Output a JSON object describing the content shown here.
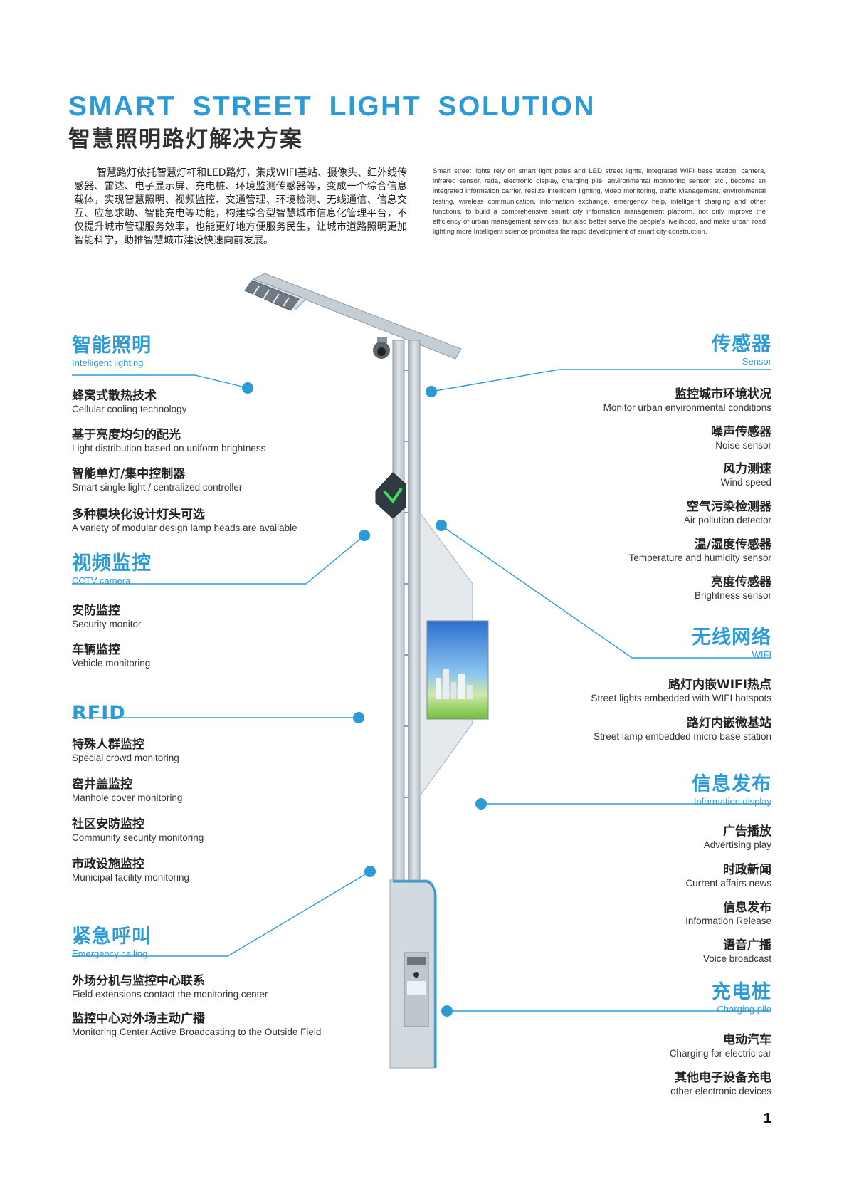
{
  "header": {
    "title_en": "SMART STREET LIGHT SOLUTION",
    "title_cn": "智慧照明路灯解决方案",
    "intro_cn": "智慧路灯依托智慧灯杆和LED路灯，集成WIFI基站、摄像头、红外线传感器、雷达、电子显示屏、充电桩、环境监测传感器等，变成一个综合信息载体，实现智慧照明、视频监控、交通管理、环境检测、无线通信、信息交互、应急求助、智能充电等功能，构建综合型智慧城市信息化管理平台，不仅提升城市管理服务效率，也能更好地方便服务民生，让城市道路照明更加智能科学，助推智慧城市建设快速向前发展。",
    "intro_en": "Smart street lights rely on smart light poles and LED street lights, integrated WIFI base station, camera, infrared sensor, rada, electronic display, charging pile, environmental monitoring sensor, etc., become an integrated information carrier, realize intelligent lighting, video monitoring, traffic Management, environmental testing, wireless communication, information exchange, emergency help, intelligent charging and other functions, to build a comprehensive smart city information management platform, not only improve the efficiency of urban management services, but also better serve the people's livelihood, and make urban road lighting more Intelligent science promotes the rapid development of smart city construction."
  },
  "left_sections": [
    {
      "cn": "智能照明",
      "en": "Intelligent lighting",
      "items": [
        {
          "cn": "蜂窝式散热技术",
          "en": "Cellular cooling technology"
        },
        {
          "cn": "基于亮度均匀的配光",
          "en": "Light distribution based on uniform brightness"
        },
        {
          "cn": "智能单灯/集中控制器",
          "en": "Smart single light / centralized controller"
        },
        {
          "cn": "多种模块化设计灯头可选",
          "en": "A variety of modular design lamp heads are available"
        }
      ]
    },
    {
      "cn": "视频监控",
      "en": "CCTV camera",
      "items": [
        {
          "cn": "安防监控",
          "en": "Security monitor"
        },
        {
          "cn": "车辆监控",
          "en": "Vehicle monitoring"
        }
      ]
    },
    {
      "cn": "RFID",
      "en": "",
      "items": [
        {
          "cn": "特殊人群监控",
          "en": "Special crowd monitoring"
        },
        {
          "cn": "窑井盖监控",
          "en": "Manhole cover monitoring"
        },
        {
          "cn": "社区安防监控",
          "en": "Community security monitoring"
        },
        {
          "cn": "市政设施监控",
          "en": "Municipal facility monitoring"
        }
      ]
    },
    {
      "cn": "紧急呼叫",
      "en": "Emergency calling",
      "items": [
        {
          "cn": "外场分机与监控中心联系",
          "en": "Field extensions contact the monitoring center"
        },
        {
          "cn": "监控中心对外场主动广播",
          "en": "Monitoring Center Active Broadcasting to the Outside Field"
        }
      ]
    }
  ],
  "right_sections": [
    {
      "cn": "传感器",
      "en": "Sensor",
      "items": [
        {
          "cn": "监控城市环境状况",
          "en": "Monitor urban environmental conditions"
        },
        {
          "cn": "噪声传感器",
          "en": "Noise sensor"
        },
        {
          "cn": "风力测速",
          "en": "Wind speed"
        },
        {
          "cn": "空气污染检测器",
          "en": "Air pollution detector"
        },
        {
          "cn": "温/湿度传感器",
          "en": "Temperature and humidity sensor"
        },
        {
          "cn": "亮度传感器",
          "en": "Brightness sensor"
        }
      ]
    },
    {
      "cn": "无线网络",
      "en": "WIFI",
      "items": [
        {
          "cn": "路灯内嵌WIFI热点",
          "en": "Street lights embedded with WIFI hotspots"
        },
        {
          "cn": "路灯内嵌微基站",
          "en": "Street lamp embedded micro base station"
        }
      ]
    },
    {
      "cn": "信息发布",
      "en": "Information display",
      "items": [
        {
          "cn": "广告播放",
          "en": "Advertising play"
        },
        {
          "cn": "时政新闻",
          "en": "Current affairs news"
        },
        {
          "cn": "信息发布",
          "en": "Information Release"
        },
        {
          "cn": "语音广播",
          "en": "Voice broadcast"
        }
      ]
    },
    {
      "cn": "充电桩",
      "en": "Charging pile",
      "items": [
        {
          "cn": "电动汽车",
          "en": "Charging for electric car"
        },
        {
          "cn": "其他电子设备充电",
          "en": "other electronic devices"
        }
      ]
    }
  ],
  "page_number": "1",
  "colors": {
    "accent": "#2b9bd8",
    "pole": "#c9d1d9",
    "pole_dark": "#9aa6b1"
  }
}
